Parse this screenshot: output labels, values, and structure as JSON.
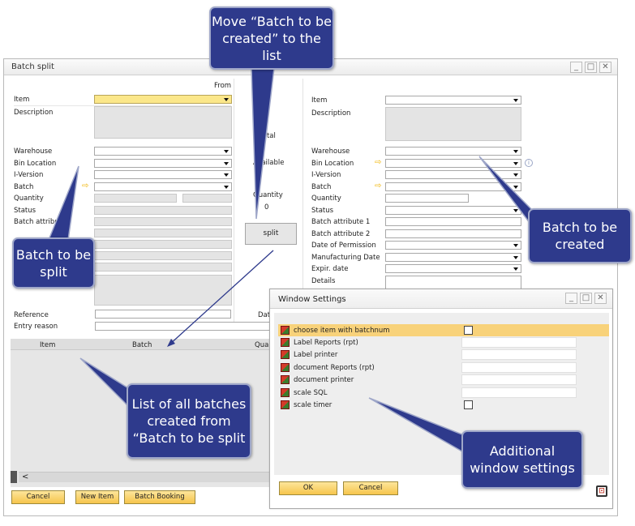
{
  "window": {
    "title": "Batch split"
  },
  "left": {
    "header": "From",
    "item": "Item",
    "description": "Description",
    "warehouse": "Warehouse",
    "bin_location": "Bin Location",
    "iversion": "I-Version",
    "batch": "Batch",
    "quantity": "Quantity",
    "status": "Status",
    "batch_attribute": "Batch attribute"
  },
  "middle": {
    "total": "Total",
    "available": "Available",
    "quantity": "Quantity",
    "quantity_value": "0",
    "split": "split"
  },
  "right": {
    "item": "Item",
    "description": "Description",
    "warehouse": "Warehouse",
    "bin_location": "Bin Location",
    "iversion": "I-Version",
    "batch": "Batch",
    "quantity": "Quantity",
    "status": "Status",
    "attr1": "Batch attribute 1",
    "attr2": "Batch attribute 2",
    "date_permission": "Date of Permission",
    "mfg_date": "Manufacturing Date",
    "expir_date": "Expir. date",
    "details": "Details"
  },
  "bottom": {
    "reference": "Reference",
    "entry_reason": "Entry reason",
    "date_label": "Dat"
  },
  "grid": {
    "columns": [
      "Item",
      "Batch",
      "Qua"
    ]
  },
  "buttons": {
    "cancel": "Cancel",
    "new_item": "New Item",
    "batch_booking": "Batch Booking"
  },
  "settings": {
    "title": "Window Settings",
    "rows": [
      "choose item with batchnum",
      "Label Reports (rpt)",
      "Label printer",
      "document Reports (rpt)",
      "document printer",
      "scale SQL",
      "scale timer"
    ],
    "ok": "OK",
    "cancel": "Cancel"
  },
  "callouts": {
    "move": "Move “Batch to be created” to the list",
    "batch_split": "Batch to be split",
    "batch_created": "Batch to be created",
    "list_all": "List of all batches created from “Batch to be split",
    "additional": "Additional window settings"
  },
  "colors": {
    "callout": "#2e3a8c",
    "button": "#f6c54c",
    "highlight": "#f8d27a",
    "mandatory": "#fbe78a"
  }
}
